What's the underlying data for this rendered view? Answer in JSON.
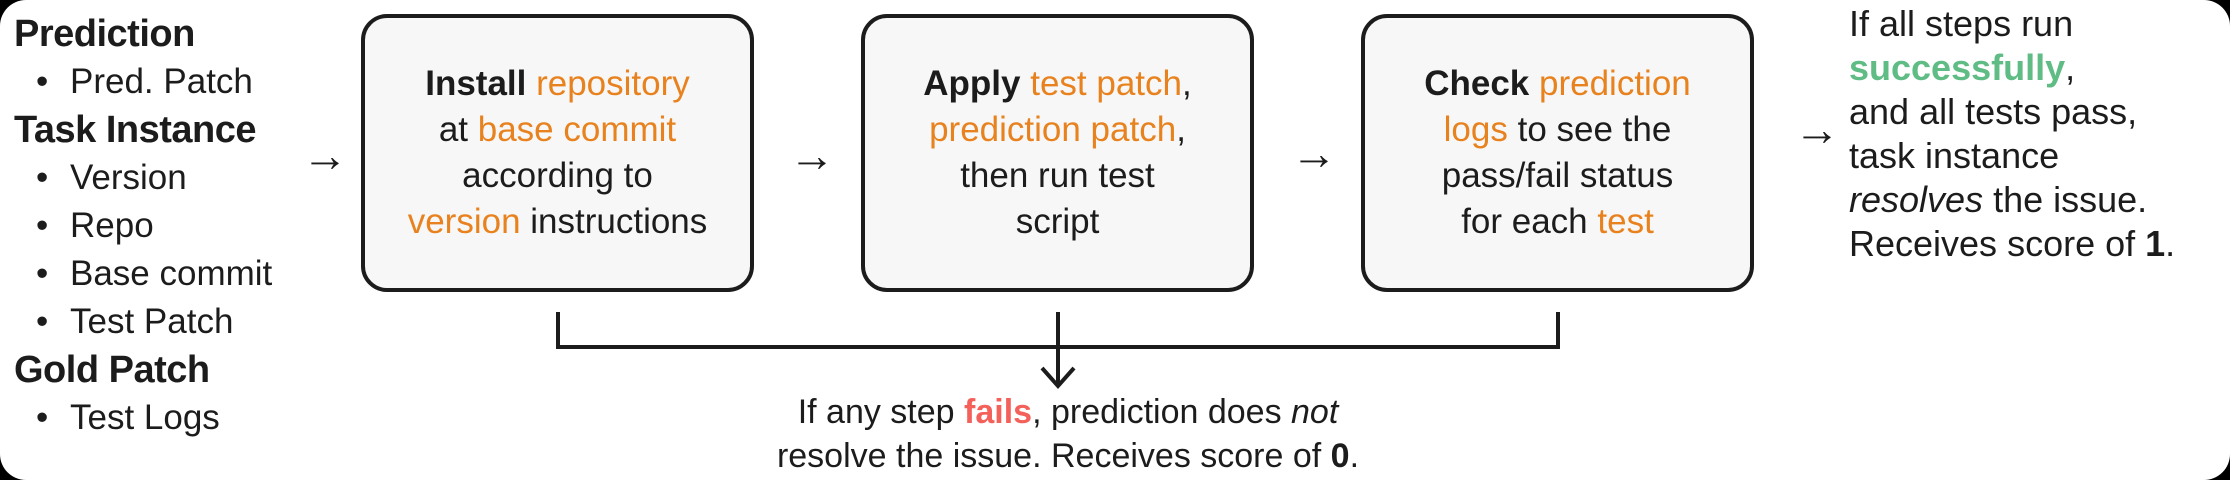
{
  "colors": {
    "ink": "#1c1c1c",
    "orange": "#E8821E",
    "green": "#5FBC84",
    "red": "#F4605A",
    "box_fill": "#F7F7F7"
  },
  "left_panel": {
    "bullet_char": "•",
    "sections": [
      {
        "title": "Prediction",
        "items": [
          "Pred. Patch"
        ]
      },
      {
        "title": "Task Instance",
        "items": [
          "Version",
          "Repo",
          "Base commit",
          "Test Patch"
        ]
      },
      {
        "title": "Gold Patch",
        "items": [
          "Test Logs"
        ]
      }
    ]
  },
  "arrows": {
    "char": "→"
  },
  "steps": [
    {
      "name": "install",
      "lines": [
        [
          {
            "t": "Install ",
            "s": "bold"
          },
          {
            "t": "repository",
            "s": "orange"
          }
        ],
        [
          {
            "t": "at "
          },
          {
            "t": "base commit",
            "s": "orange"
          }
        ],
        [
          {
            "t": "according to"
          }
        ],
        [
          {
            "t": "version",
            "s": "orange"
          },
          {
            "t": " instructions"
          }
        ]
      ]
    },
    {
      "name": "apply",
      "lines": [
        [
          {
            "t": "Apply ",
            "s": "bold"
          },
          {
            "t": "test patch",
            "s": "orange"
          },
          {
            "t": ","
          }
        ],
        [
          {
            "t": "prediction patch",
            "s": "orange"
          },
          {
            "t": ","
          }
        ],
        [
          {
            "t": "then run test"
          }
        ],
        [
          {
            "t": "script"
          }
        ]
      ]
    },
    {
      "name": "check",
      "lines": [
        [
          {
            "t": "Check ",
            "s": "bold"
          },
          {
            "t": "prediction",
            "s": "orange"
          }
        ],
        [
          {
            "t": "logs",
            "s": "orange"
          },
          {
            "t": " to see the"
          }
        ],
        [
          {
            "t": "pass/fail status"
          }
        ],
        [
          {
            "t": "for each "
          },
          {
            "t": "test",
            "s": "orange"
          }
        ]
      ]
    }
  ],
  "success_note": {
    "lines": [
      [
        {
          "t": "If all steps run"
        }
      ],
      [
        {
          "t": "successfully",
          "s": "green"
        },
        {
          "t": ","
        }
      ],
      [
        {
          "t": "and all tests pass,"
        }
      ],
      [
        {
          "t": "task instance"
        }
      ],
      [
        {
          "t": "resolves",
          "s": "italic"
        },
        {
          "t": " the issue."
        }
      ],
      [
        {
          "t": "Receives score of "
        },
        {
          "t": "1",
          "s": "bold"
        },
        {
          "t": "."
        }
      ]
    ]
  },
  "failure_note": {
    "lines": [
      [
        {
          "t": "If any step "
        },
        {
          "t": "fails",
          "s": "red"
        },
        {
          "t": ", prediction does "
        },
        {
          "t": "not",
          "s": "italic"
        }
      ],
      [
        {
          "t": "resolve the issue. Receives score of "
        },
        {
          "t": "0",
          "s": "bold"
        },
        {
          "t": "."
        }
      ]
    ]
  }
}
